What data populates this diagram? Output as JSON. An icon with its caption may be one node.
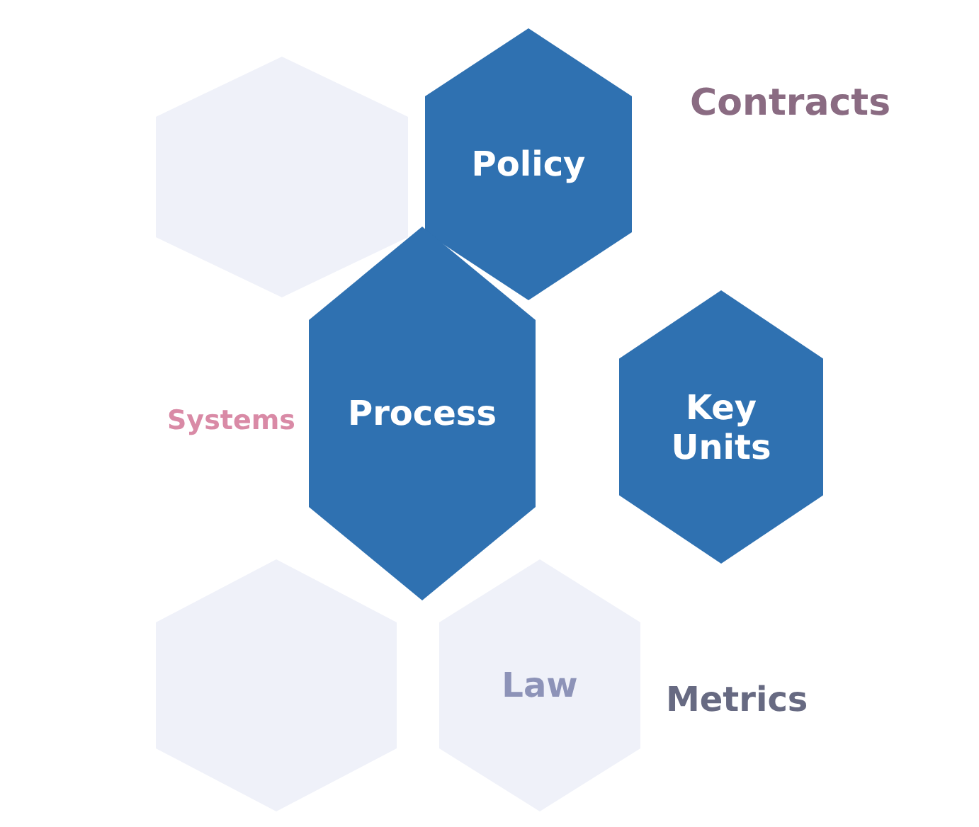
{
  "diagram": {
    "nodes": [
      {
        "text": [
          "Policy"
        ]
      },
      {
        "text": [],
        "shape": "hexagon"
      },
      {
        "text": [
          "Process"
        ]
      },
      {
        "text": [
          "Key Units"
        ]
      },
      {
        "text": [],
        "shape": "hexagon"
      },
      {
        "text": [
          "Law"
        ]
      }
    ],
    "labels": [
      "Contracts",
      "Systems",
      "Metrics"
    ]
  }
}
